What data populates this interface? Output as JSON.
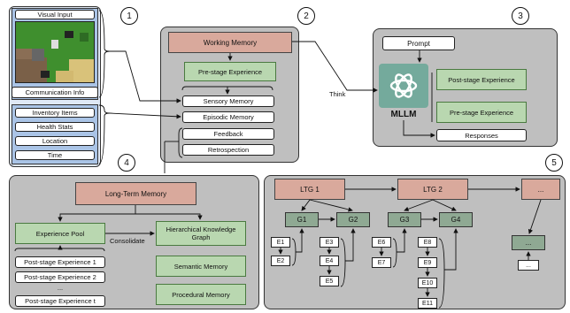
{
  "panel1": {
    "number": "1",
    "visual_input": "Visual Input",
    "communication_info": "Communication Info",
    "inventory_items": "Inventory Items",
    "health_stats": "Health Stats",
    "location": "Location",
    "time": "Time"
  },
  "panel2": {
    "number": "2",
    "working_memory": "Working Memory",
    "pre_stage_experience": "Pre-stage Experience",
    "sensory_memory": "Sensory Memory",
    "episodic_memory": "Episodic Memory",
    "feedback": "Feedback",
    "retrospection": "Retrospection"
  },
  "panel3": {
    "number": "3",
    "think": "Think",
    "prompt": "Prompt",
    "mllm": "MLLM",
    "post_stage_experience": "Post-stage Experience",
    "pre_stage_experience": "Pre-stage Experience",
    "responses": "Responses"
  },
  "panel4": {
    "number": "4",
    "long_term_memory": "Long-Term Memory",
    "experience_pool": "Experience Pool",
    "consolidate": "Consolidate",
    "hierarchical_graph": "Hierarchical Knowledge Graph",
    "semantic_memory": "Semantic Memory",
    "procedural_memory": "Procedural Memory",
    "post_stage_items": [
      "Post-stage Experience 1",
      "Post-stage Experience 2",
      "...",
      "Post-stage Experience t"
    ]
  },
  "panel5": {
    "number": "5",
    "ltg1": "LTG 1",
    "ltg2": "LTG 2",
    "ltg_more": "...",
    "g1": "G1",
    "g2": "G2",
    "g3": "G3",
    "g4": "G4",
    "g_more": "...",
    "e1": "E1",
    "e2": "E2",
    "e3": "E3",
    "e4": "E4",
    "e5": "E5",
    "e6": "E6",
    "e7": "E7",
    "e8": "E8",
    "e9": "E9",
    "e10": "E10",
    "e11": "E11",
    "e_more": "..."
  }
}
